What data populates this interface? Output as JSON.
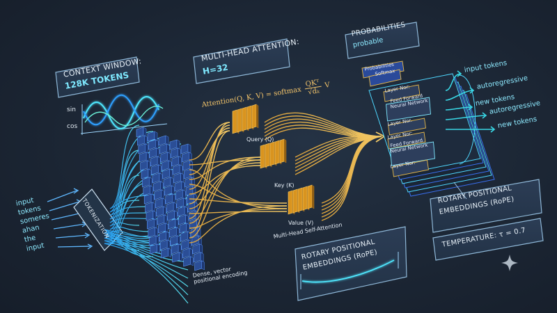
{
  "context_window": {
    "title": "CONTEXT WINDOW:",
    "value": "128K TOKENS",
    "sin_label": "sin",
    "cos_label": "cos"
  },
  "mha_panel": {
    "title": "MULTI-HEAD ATTENTION:",
    "value": "H=32"
  },
  "formula": {
    "lhs": "Attention(Q, K, V) = softmax",
    "numerator": "QKᵀ",
    "denominator": "√dₖ",
    "rhs": "V"
  },
  "probabilities": {
    "title": "PROBABILITIES",
    "value": "probable"
  },
  "tokenization_label": "TOKENIZATION",
  "input_words": [
    "input",
    "tokens",
    "someres",
    "ahan",
    "the",
    "input"
  ],
  "embedding_caption": {
    "line1": "Dense, vector",
    "line2": "positional encoding"
  },
  "qkv": {
    "query": "Query (Q)",
    "key": "Key (K)",
    "value": "Value (V)",
    "caption": "Multi-Head Self-Attention"
  },
  "stack_layers": [
    "Probabilities",
    "Softmax",
    "Layer Nor:",
    "Feed Forward",
    "Neural Network",
    "Layer Nor.",
    "Layer Nor:",
    "Feed Forward",
    "Neural Network",
    "Layer Nor:"
  ],
  "output_tokens": [
    "input tokens",
    "autoregressive",
    "new tokens",
    "autoregressive",
    "new tokens"
  ],
  "rope_right": {
    "line1": "ROTARY POSITIONAL",
    "line2": "EMBEDDINGS (RoPE)"
  },
  "temperature": "TEMPERATURE: τ = 0.7",
  "rope_center": {
    "line1": "ROTARY POSITIONAL",
    "line2": "EMBEDDINGS (RoPE)"
  },
  "colors": {
    "background": "#1b2533",
    "cyan": "#4fd8ff",
    "blue": "#3a6ff0",
    "yellow": "#f0b840",
    "panel_border": "#8fb8d8"
  },
  "icons": {
    "corner": "sparkle-icon"
  }
}
